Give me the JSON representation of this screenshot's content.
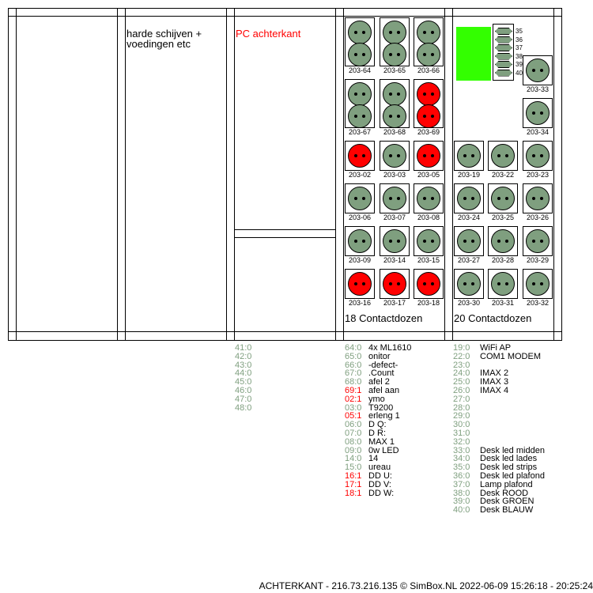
{
  "columns": {
    "harde_schijven": "harde schijven +\nvoedingen etc",
    "pc_achterkant": "PC achterkant",
    "left_group_title": "18 Contactdozen",
    "right_group_title": "20 Contactdozen"
  },
  "colors": {
    "off": "#7f9f7f",
    "on": "#ff0000",
    "status_block": "#33ff00"
  },
  "outlets_left": [
    {
      "label": "203-64",
      "double": true,
      "states": [
        0,
        0
      ]
    },
    {
      "label": "203-65",
      "double": true,
      "states": [
        0,
        0
      ]
    },
    {
      "label": "203-66",
      "double": true,
      "states": [
        0,
        0
      ]
    },
    {
      "label": "203-67",
      "double": true,
      "states": [
        0,
        0
      ]
    },
    {
      "label": "203-68",
      "double": true,
      "states": [
        0,
        0
      ]
    },
    {
      "label": "203-69",
      "double": true,
      "states": [
        1,
        1
      ]
    },
    {
      "label": "203-02",
      "states": [
        1
      ]
    },
    {
      "label": "203-03",
      "states": [
        0
      ]
    },
    {
      "label": "203-05",
      "states": [
        1
      ]
    },
    {
      "label": "203-06",
      "states": [
        0
      ]
    },
    {
      "label": "203-07",
      "states": [
        0
      ]
    },
    {
      "label": "203-08",
      "states": [
        0
      ]
    },
    {
      "label": "203-09",
      "states": [
        0
      ]
    },
    {
      "label": "203-14",
      "states": [
        0
      ]
    },
    {
      "label": "203-15",
      "states": [
        0
      ]
    },
    {
      "label": "203-16",
      "states": [
        1
      ]
    },
    {
      "label": "203-17",
      "states": [
        1
      ]
    },
    {
      "label": "203-18",
      "states": [
        1
      ]
    }
  ],
  "outlets_right_top": [
    {
      "label": "203-33",
      "states": [
        0
      ]
    },
    {
      "label": "203-34",
      "states": [
        0
      ]
    }
  ],
  "outlets_right": [
    {
      "label": "203-19",
      "states": [
        0
      ]
    },
    {
      "label": "203-22",
      "states": [
        0
      ]
    },
    {
      "label": "203-23",
      "states": [
        0
      ]
    },
    {
      "label": "203-24",
      "states": [
        0
      ]
    },
    {
      "label": "203-25",
      "states": [
        0
      ]
    },
    {
      "label": "203-26",
      "states": [
        0
      ]
    },
    {
      "label": "203-27",
      "states": [
        0
      ]
    },
    {
      "label": "203-28",
      "states": [
        0
      ]
    },
    {
      "label": "203-29",
      "states": [
        0
      ]
    },
    {
      "label": "203-30",
      "states": [
        0
      ]
    },
    {
      "label": "203-31",
      "states": [
        0
      ]
    },
    {
      "label": "203-32",
      "states": [
        0
      ]
    }
  ],
  "connector_pins": [
    "35",
    "36",
    "37",
    "38",
    "39",
    "40"
  ],
  "legend_col1": [
    {
      "code": "41:0",
      "on": false,
      "name": ""
    },
    {
      "code": "42:0",
      "on": false,
      "name": ""
    },
    {
      "code": "43:0",
      "on": false,
      "name": ""
    },
    {
      "code": "44:0",
      "on": false,
      "name": ""
    },
    {
      "code": "45:0",
      "on": false,
      "name": ""
    },
    {
      "code": "46:0",
      "on": false,
      "name": ""
    },
    {
      "code": "47:0",
      "on": false,
      "name": ""
    },
    {
      "code": "48:0",
      "on": false,
      "name": ""
    }
  ],
  "legend_col2": [
    {
      "code": "64:0",
      "on": false,
      "name": "4x ML1610"
    },
    {
      "code": "65:0",
      "on": false,
      "name": "onitor"
    },
    {
      "code": "66:0",
      "on": false,
      "name": "-defect-"
    },
    {
      "code": "67:0",
      "on": false,
      "name": ".Count"
    },
    {
      "code": "68:0",
      "on": false,
      "name": "afel 2"
    },
    {
      "code": "69:1",
      "on": true,
      "name": "afel aan"
    },
    {
      "code": "02:1",
      "on": true,
      "name": "ymo"
    },
    {
      "code": "03:0",
      "on": false,
      "name": "T9200"
    },
    {
      "code": "05:1",
      "on": true,
      "name": "erleng 1"
    },
    {
      "code": "06:0",
      "on": false,
      "name": "D Q:"
    },
    {
      "code": "07:0",
      "on": false,
      "name": "D R:"
    },
    {
      "code": "08:0",
      "on": false,
      "name": "MAX 1"
    },
    {
      "code": "09:0",
      "on": false,
      "name": "0w LED"
    },
    {
      "code": "14:0",
      "on": false,
      "name": "14"
    },
    {
      "code": "15:0",
      "on": false,
      "name": "ureau"
    },
    {
      "code": "16:1",
      "on": true,
      "name": "DD U:"
    },
    {
      "code": "17:1",
      "on": true,
      "name": "DD V:"
    },
    {
      "code": "18:1",
      "on": true,
      "name": "DD W:"
    }
  ],
  "legend_col3": [
    {
      "code": "19:0",
      "on": false,
      "name": "WiFi AP"
    },
    {
      "code": "22:0",
      "on": false,
      "name": "COM1 MODEM"
    },
    {
      "code": "23:0",
      "on": false,
      "name": ""
    },
    {
      "code": "24:0",
      "on": false,
      "name": "IMAX 2"
    },
    {
      "code": "25:0",
      "on": false,
      "name": "IMAX 3"
    },
    {
      "code": "26:0",
      "on": false,
      "name": "IMAX 4"
    },
    {
      "code": "27:0",
      "on": false,
      "name": ""
    },
    {
      "code": "28:0",
      "on": false,
      "name": ""
    },
    {
      "code": "29:0",
      "on": false,
      "name": ""
    },
    {
      "code": "30:0",
      "on": false,
      "name": ""
    },
    {
      "code": "31:0",
      "on": false,
      "name": ""
    },
    {
      "code": "32:0",
      "on": false,
      "name": ""
    },
    {
      "code": "33:0",
      "on": false,
      "name": "Desk led midden"
    },
    {
      "code": "34:0",
      "on": false,
      "name": "Desk led lades"
    },
    {
      "code": "35:0",
      "on": false,
      "name": "Desk led strips"
    },
    {
      "code": "36:0",
      "on": false,
      "name": "Desk led plafond"
    },
    {
      "code": "37:0",
      "on": false,
      "name": "Lamp plafond"
    },
    {
      "code": "38:0",
      "on": false,
      "name": "Desk ROOD"
    },
    {
      "code": "39:0",
      "on": false,
      "name": "Desk GROEN"
    },
    {
      "code": "40:0",
      "on": false,
      "name": "Desk BLAUW"
    }
  ],
  "footer": "ACHTERKANT - 216.73.216.135 © SimBox.NL 2022-06-09 15:26:18 - 20:25:24"
}
